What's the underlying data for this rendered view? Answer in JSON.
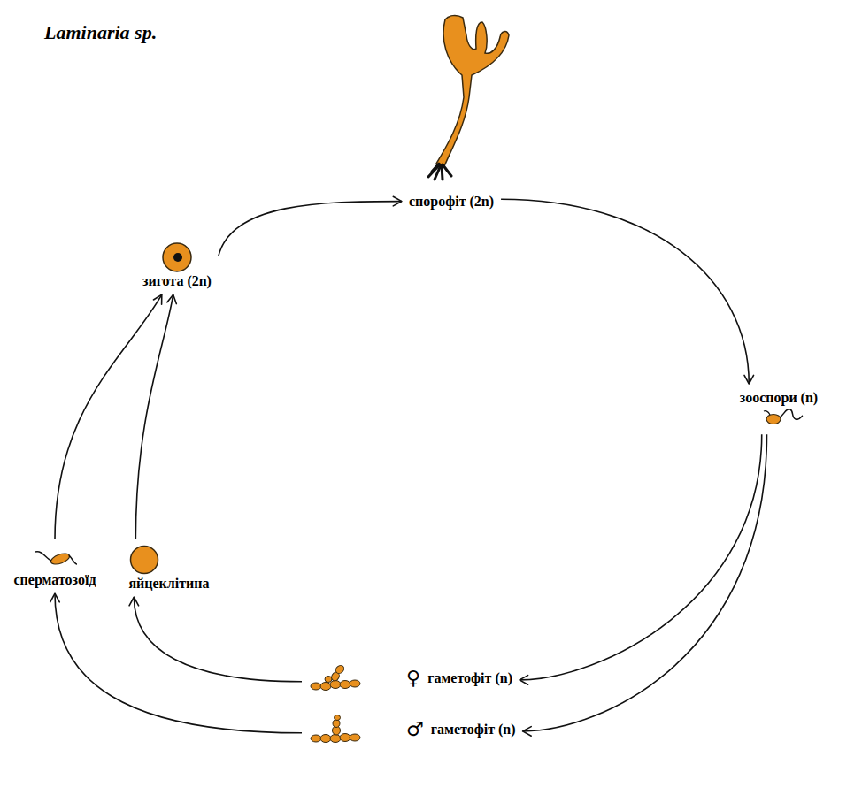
{
  "diagram": {
    "title": "Laminaria sp.",
    "nodes": [
      {
        "text": [
          "спорофіт (2n)"
        ]
      },
      {
        "text": [
          "зигота (2n)"
        ]
      },
      {
        "text": [
          "зооспори (n)"
        ]
      },
      {
        "text": [
          "сперматозоїд"
        ]
      },
      {
        "text": [
          "яйцеклітина"
        ]
      },
      {
        "text": [
          "♀",
          "гаметофіт (n)"
        ]
      },
      {
        "text": [
          "♂",
          "гаметофіт (n)"
        ]
      }
    ],
    "edges": [
      {
        "from": 1,
        "to": 0,
        "arrow": "to"
      },
      {
        "from": 0,
        "to": 2,
        "arrow": "to"
      },
      {
        "from": 2,
        "to": 5,
        "arrow": "to"
      },
      {
        "from": 2,
        "to": 6,
        "arrow": "to"
      },
      {
        "from": 5,
        "to": 4,
        "arrow": "to"
      },
      {
        "from": 6,
        "to": 3,
        "arrow": "to"
      },
      {
        "from": 3,
        "to": 1,
        "arrow": "to"
      },
      {
        "from": 4,
        "to": 1,
        "arrow": "to"
      }
    ]
  }
}
